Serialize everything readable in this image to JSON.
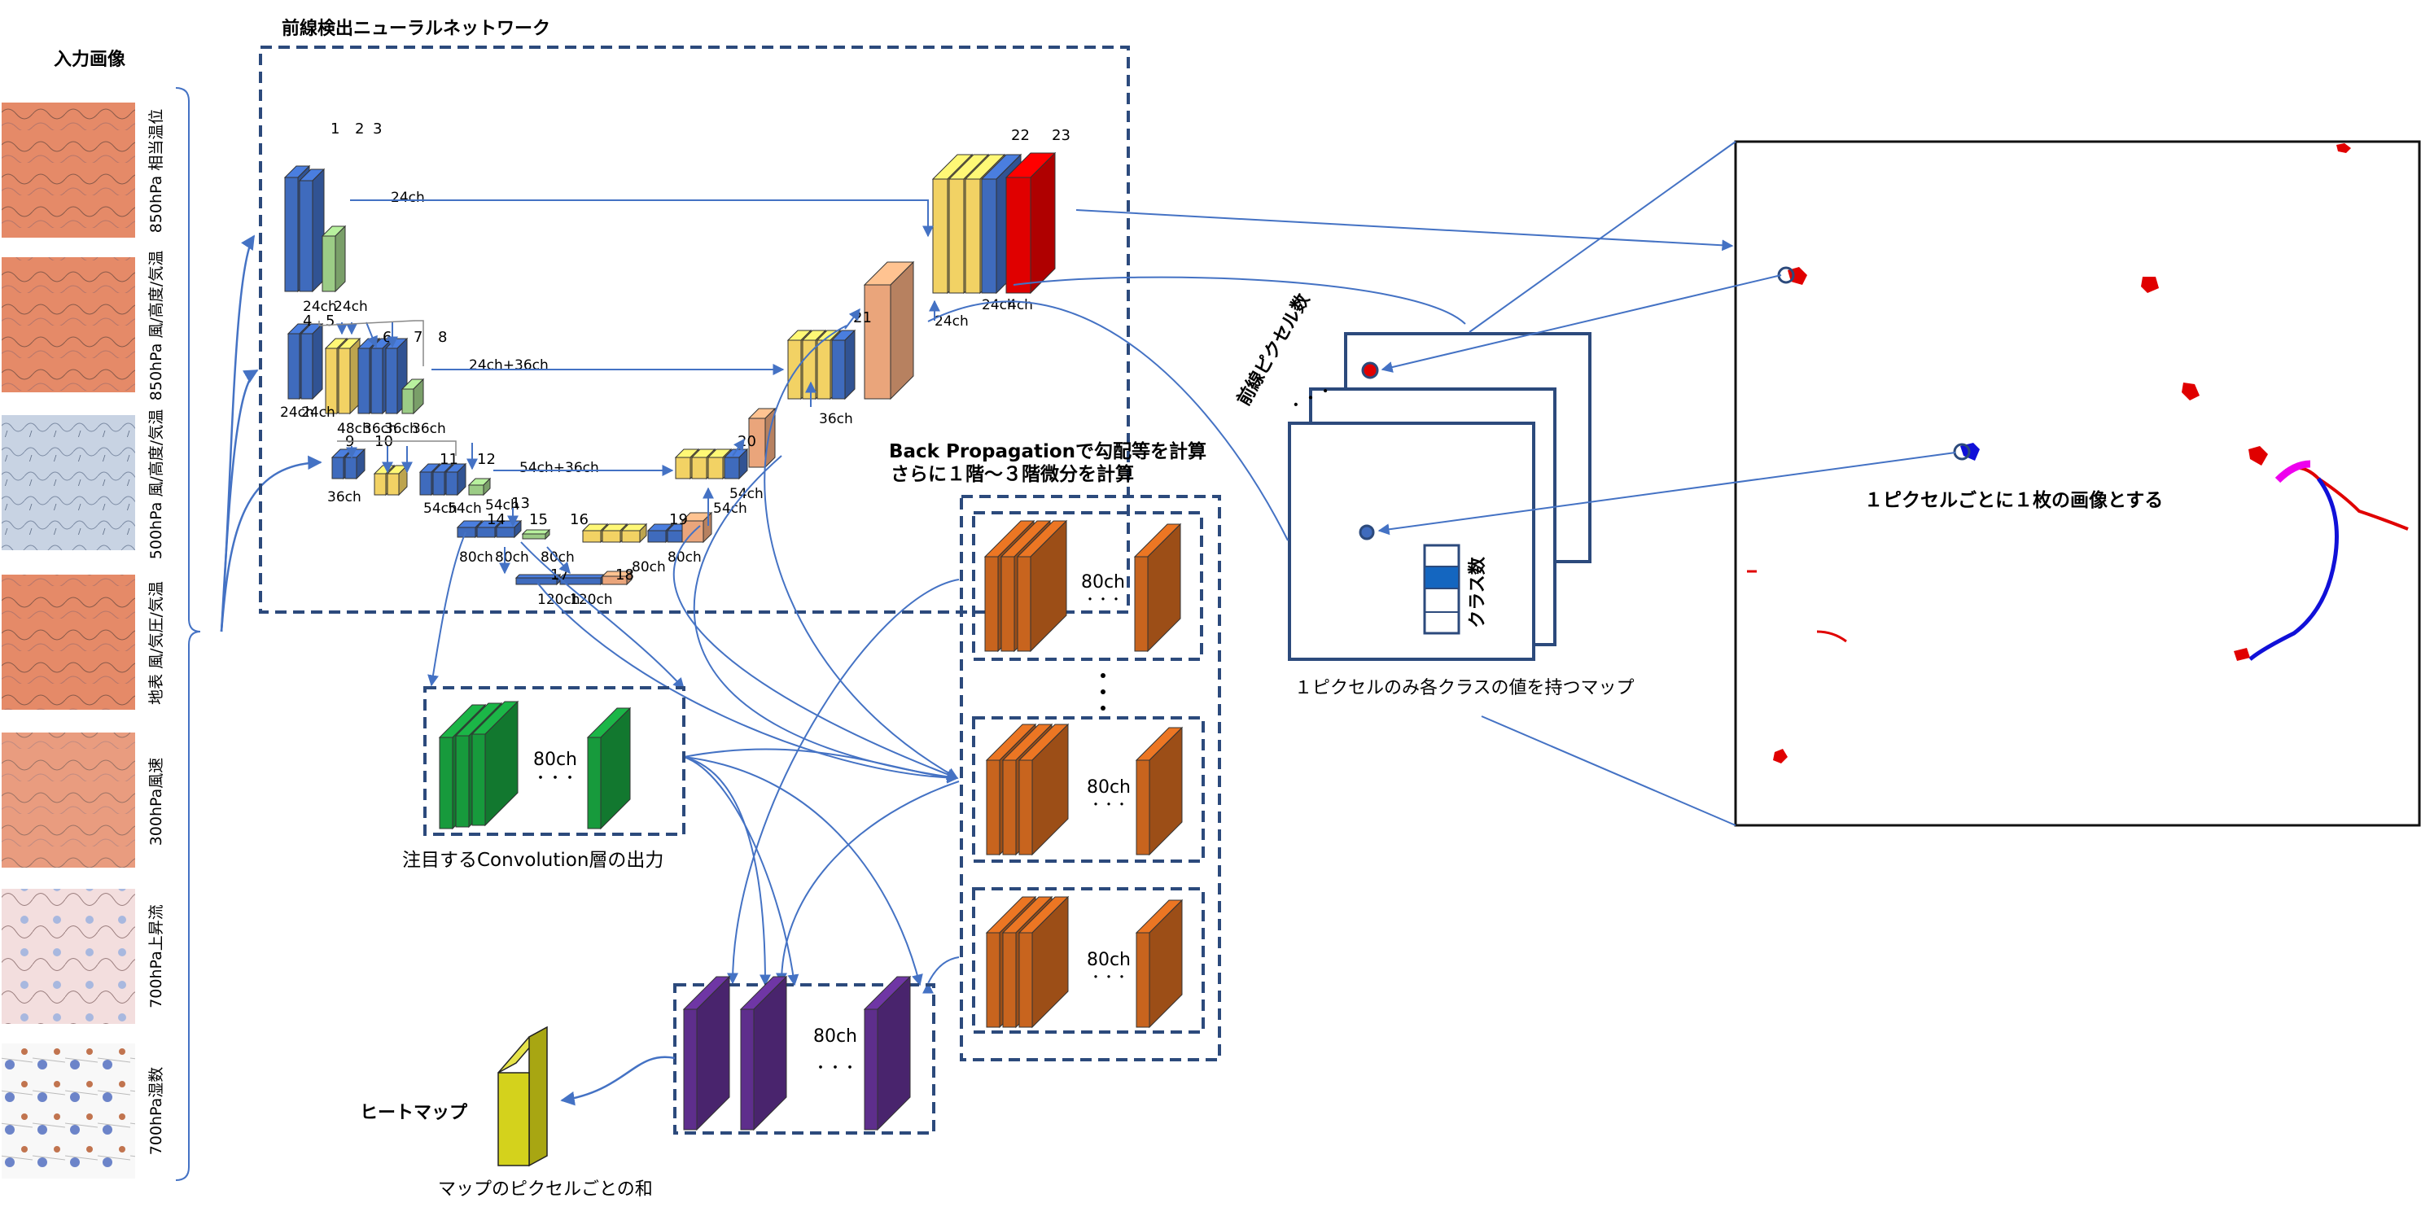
{
  "colors": {
    "blue": "#3f6bbd",
    "blue_light": "#5b86d3",
    "yellow": "#f2d264",
    "green": "#9ccc86",
    "peach": "#eaa57b",
    "orange": "#c8641e",
    "dkgreen": "#179a3c",
    "purple": "#5e2e8c",
    "red": "#e00000",
    "lime": "#d4d21c",
    "navy": "#2c4a7c",
    "arrow": "#4472c4"
  },
  "input": {
    "title": "入力画像",
    "items": [
      {
        "label": "850hPa 相当温位"
      },
      {
        "label": "850hPa 風/高度/気温"
      },
      {
        "label": "500hPa 風/高度/気温"
      },
      {
        "label": "地表 風/気圧/気温"
      },
      {
        "label": "300hPa風速"
      },
      {
        "label": "700hPa上昇流"
      },
      {
        "label": "700hPa湿数"
      }
    ]
  },
  "network": {
    "title": "前線検出ニューラルネットワーク",
    "layer_numbers": [
      "1",
      "2",
      "3",
      "4",
      "5",
      "6",
      "7",
      "8",
      "9",
      "10",
      "11",
      "12",
      "13",
      "14",
      "15",
      "16",
      "17",
      "18",
      "19",
      "20",
      "21",
      "22",
      "23"
    ],
    "channel_labels": {
      "top_skip": "24ch",
      "l1": "24ch",
      "l2": "24ch",
      "l4": "24ch",
      "l5": "24ch",
      "l5b": "48ch",
      "l6": "36ch",
      "l7": "36ch",
      "l8": "36ch",
      "skip2": "24ch+36ch",
      "l9": "36ch",
      "l11": "54ch",
      "l12": "54ch",
      "l12b": "54ch",
      "skip3": "54ch+36ch",
      "l14a": "80ch",
      "l14b": "80ch",
      "l15": "80ch",
      "l16": "80ch",
      "l19": "80ch",
      "l17": "120ch",
      "l18": "120ch",
      "l20": "54ch",
      "l20b": "54ch",
      "l21": "36ch",
      "l21b": "24ch",
      "l22": "24ch",
      "l23": "4ch"
    }
  },
  "backprop": {
    "title_line1": "Back Propagationで勾配等を計算",
    "title_line2": "さらに１階〜３階微分を計算",
    "box_channel": "80ch",
    "dots": "・・・"
  },
  "conv_output": {
    "channel": "80ch",
    "dots": "・・・",
    "caption": "注目するConvolution層の出力"
  },
  "sum_block": {
    "channel": "80ch",
    "dots": "・・・",
    "caption": "マップのピクセルごとの和"
  },
  "heatmap": {
    "label": "ヒートマップ"
  },
  "pixel_maps": {
    "front_pixels_label": "前線ピクセル数",
    "class_label": "クラス数",
    "caption": "１ピクセルのみ各クラスの値を持つマップ",
    "dots": "・・・"
  },
  "output": {
    "caption": "１ピクセルごとに１枚の画像とする"
  }
}
